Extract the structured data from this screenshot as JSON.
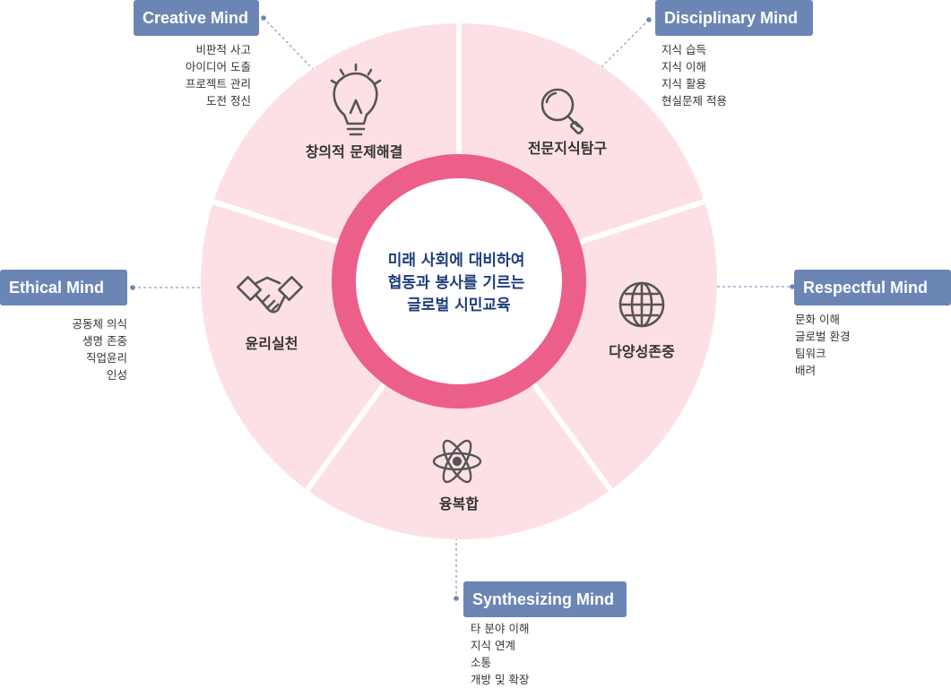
{
  "center": {
    "lines": [
      "미래 사회에 대비하여",
      "협동과 봉사를 기르는",
      "글로벌 시민교육"
    ]
  },
  "segments": [
    {
      "label": "창의적 문제해결",
      "icon": "lightbulb-icon"
    },
    {
      "label": "전문지식탐구",
      "icon": "magnifier-icon"
    },
    {
      "label": "다양성존중",
      "icon": "globe-icon"
    },
    {
      "label": "융복합",
      "icon": "atom-icon"
    },
    {
      "label": "윤리실천",
      "icon": "handshake-icon"
    }
  ],
  "minds": {
    "creative": {
      "title": "Creative Mind",
      "items": [
        "비판적 사고",
        "아이디어 도출",
        "프로젝트 관리",
        "도전 정신"
      ]
    },
    "disciplinary": {
      "title": "Disciplinary Mind",
      "items": [
        "지식 습득",
        "지식 이해",
        "지식 활용",
        "현실문제 적용"
      ]
    },
    "respectful": {
      "title": "Respectful Mind",
      "items": [
        "문화 이해",
        "글로벌 환경",
        "팀워크",
        "배려"
      ]
    },
    "synthesizing": {
      "title": "Synthesizing Mind",
      "items": [
        "타 분야 이해",
        "지식 연계",
        "소통",
        "개방 및 확장"
      ]
    },
    "ethical": {
      "title": "Ethical Mind",
      "items": [
        "공동체 의식",
        "생명 존중",
        "직업윤리",
        "인성"
      ]
    }
  },
  "colors": {
    "segment_fill": "#fde0e5",
    "ring": "#ec5f88",
    "badge": "#6b86b5",
    "center_text": "#1e3d7c",
    "connector": "#6b86b5"
  }
}
